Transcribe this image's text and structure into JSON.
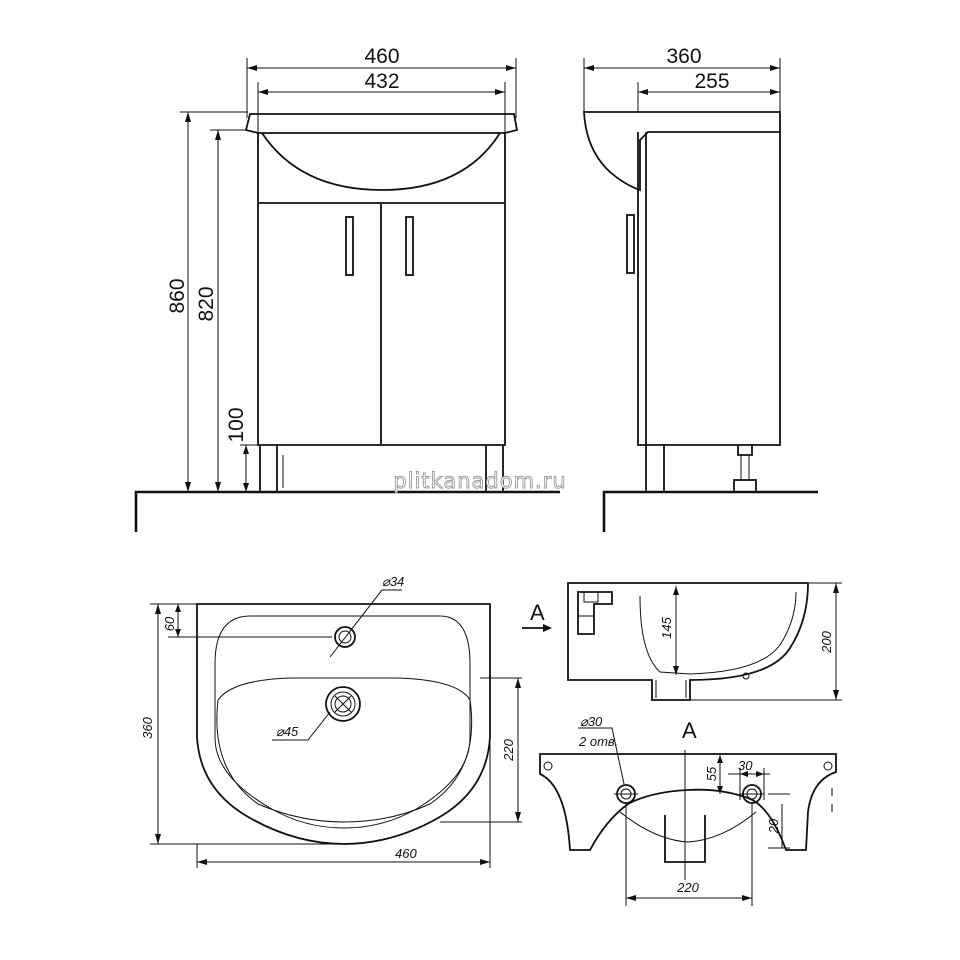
{
  "front_view": {
    "width_total": "460",
    "width_inner": "432",
    "height_total": "860",
    "height_to_basin": "820",
    "leg_height": "100"
  },
  "side_view": {
    "depth_total": "360",
    "depth_cabinet": "255"
  },
  "top_view": {
    "tap_hole_dia": "⌀34",
    "tap_offset": "60",
    "drain_dia": "⌀45",
    "depth": "360",
    "bowl_depth": "220",
    "width": "460"
  },
  "section_view": {
    "arrow_label": "A",
    "drain_height": "145",
    "height": "200"
  },
  "back_view": {
    "title": "A",
    "hole_dia": "⌀30",
    "hole_count": "2 отв.",
    "hole_offset_v": "55",
    "hole_offset_h": "30",
    "rim_offset": "20",
    "width_between": "220"
  },
  "watermark": "plitkanadom.ru"
}
